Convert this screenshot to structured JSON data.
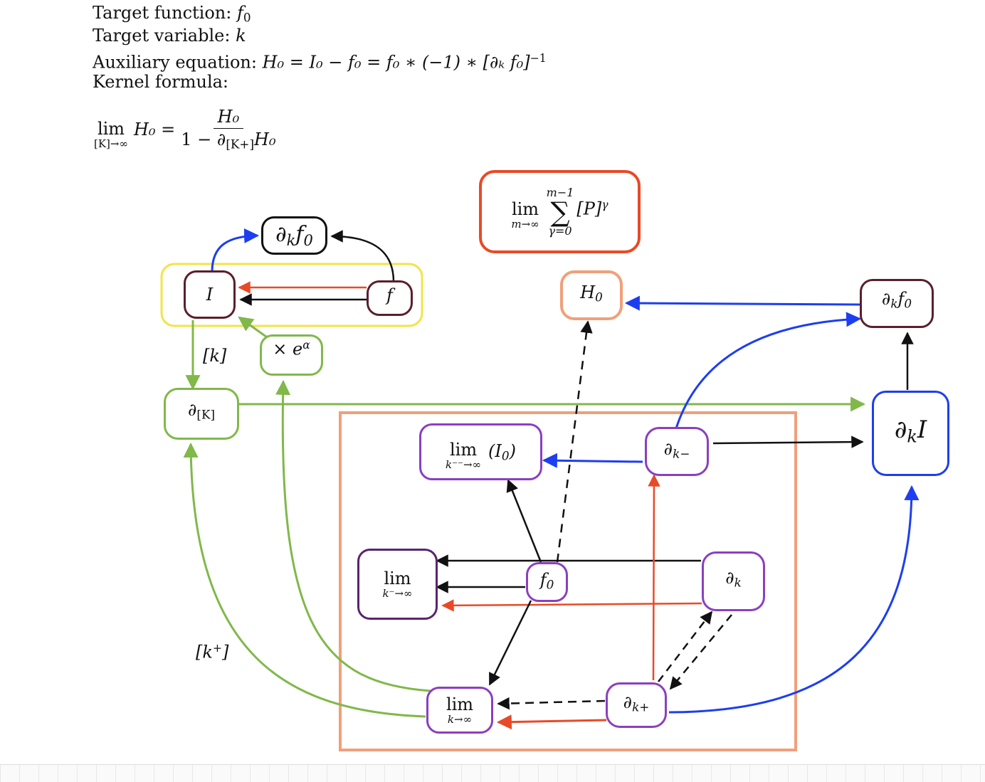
{
  "header": {
    "target_function_label": "Target function:",
    "target_function_symbol": "f",
    "target_function_sub": "0",
    "target_variable_label": "Target variable:",
    "target_variable_symbol": "k",
    "auxiliary_label": "Auxiliary equation:",
    "auxiliary_expression": "H₀ = I₀ − f₀ = f₀ ∗ (−1) ∗ [∂ₖ f₀]",
    "auxiliary_exponent": "−1",
    "kernel_label": "Kernel formula:"
  },
  "kernel": {
    "lim": "lim",
    "lim_under": "[K]→∞",
    "lhs": "H₀ =",
    "numerator": "H₀",
    "denominator": "1 − ∂",
    "denominator_sub": "[K+]",
    "denominator_tail": "H₀"
  },
  "nodes": {
    "sum_lim": "lim",
    "sum_lim_under": "m→∞",
    "sum_top": "m−1",
    "sum_sigma": "∑",
    "sum_bottom": "γ=0",
    "sum_body": "[P]",
    "sum_body_sup": "γ",
    "dk_f0_top": "∂",
    "dk_f0_top_sub": "k",
    "dk_f0_top_tail": "f",
    "dk_f0_top_tail_sub": "0",
    "I": "I",
    "f": "f",
    "times_e": "× e",
    "times_e_sup": "α",
    "d_K": "∂",
    "d_K_sub": "[K]",
    "H0": "H",
    "H0_sub": "0",
    "dk_f0_right": "∂",
    "dk_f0_right_sub": "k",
    "dk_f0_right_tail": "f",
    "dk_f0_right_tail_sub": "0",
    "dk_I": "∂",
    "dk_I_sub": "k",
    "dk_I_tail": "I",
    "lim_I0": "lim",
    "lim_I0_under": "k⁻⁻→∞",
    "lim_I0_body": "(I",
    "lim_I0_body_sub": "0",
    "lim_I0_body_close": ")",
    "dk_minus": "∂",
    "dk_minus_sub": "k−",
    "lim_kminus": "lim",
    "lim_kminus_under": "k⁻→∞",
    "f0": "f",
    "f0_sub": "0",
    "dk": "∂",
    "dk_sub": "k",
    "lim_k": "lim",
    "lim_k_under": "k→∞",
    "dk_plus": "∂",
    "dk_plus_sub": "k+"
  },
  "labels": {
    "k_bracket": "[k]",
    "k_plus_bracket": "[k",
    "k_plus_sup": "+",
    "k_plus_close": "]"
  },
  "colors": {
    "red": "#e84a27",
    "orange_box": "#f0a07a",
    "yellow": "#f2e447",
    "green": "#80b84a",
    "blue": "#1d3ef0",
    "purple": "#8b3fc0",
    "dark_purple": "#5a2470",
    "maroon": "#5b1f2c",
    "black": "#111111"
  }
}
